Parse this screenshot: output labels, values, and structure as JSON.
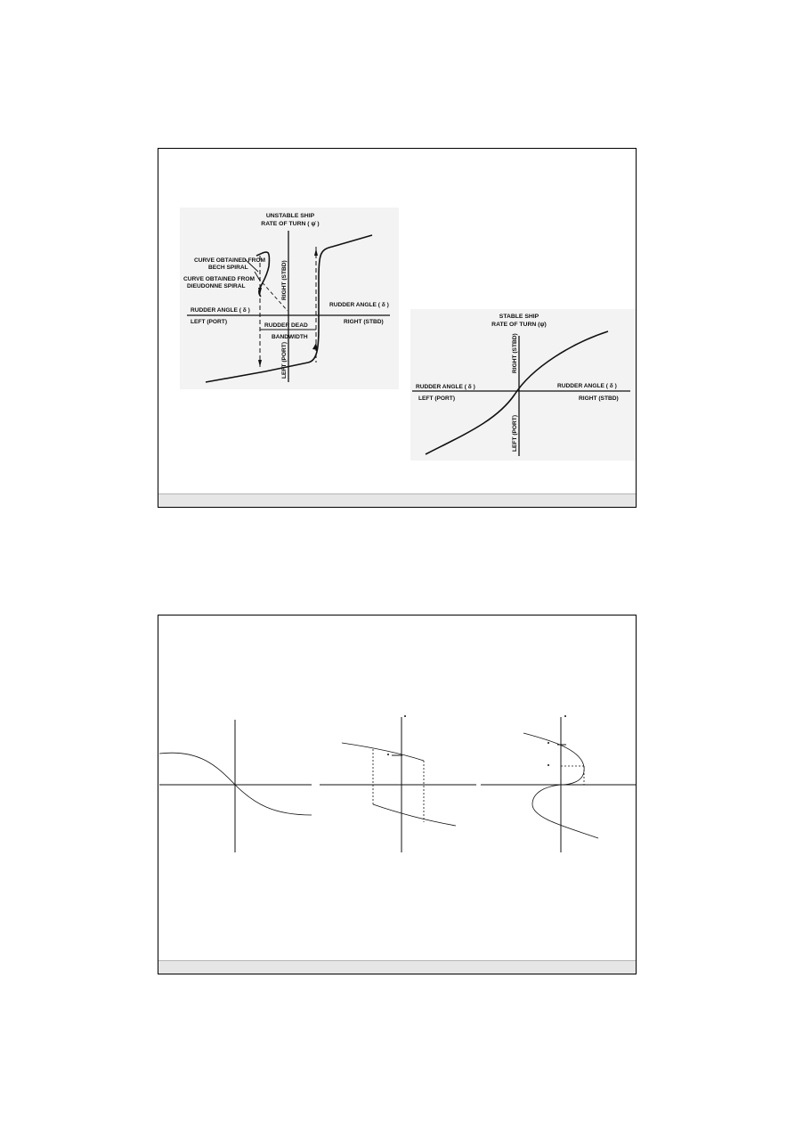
{
  "slide1": {
    "unstable": {
      "title_line1": "UNSTABLE SHIP",
      "title_line2": "RATE OF TURN ( ψ̇ )",
      "curve_bech_line1": "CURVE OBTAINED FROM",
      "curve_bech_line2": "BECH SPIRAL",
      "curve_dieudonne_line1": "CURVE OBTAINED FROM",
      "curve_dieudonne_line2": "DIEUDONNE SPIRAL",
      "rudder_angle_left": "RUDDER ANGLE ( δ )",
      "rudder_angle_right": "RUDDER ANGLE ( δ )",
      "left_port": "LEFT (PORT)",
      "right_stbd": "RIGHT (STBD)",
      "right_stbd_vertical": "RIGHT (STBD)",
      "left_port_vertical": "LEFT (PORT)",
      "rudder_dead": "RUDDER DEAD",
      "bandwidth": "BANDWIDTH"
    },
    "stable": {
      "title_line1": "STABLE SHIP",
      "title_line2": "RATE OF TURN (ψ̇)",
      "rudder_angle_left": "RUDDER ANGLE ( δ )",
      "rudder_angle_right": "RUDDER ANGLE ( δ )",
      "left_port": "LEFT (PORT)",
      "right_stbd": "RIGHT (STBD)",
      "right_stbd_vertical": "RIGHT (STBD)",
      "left_port_vertical": "LEFT (PORT)"
    }
  },
  "colors": {
    "line": "#111111",
    "footer": "#e6e6e6",
    "scan_bg": "#f3f3f3"
  }
}
